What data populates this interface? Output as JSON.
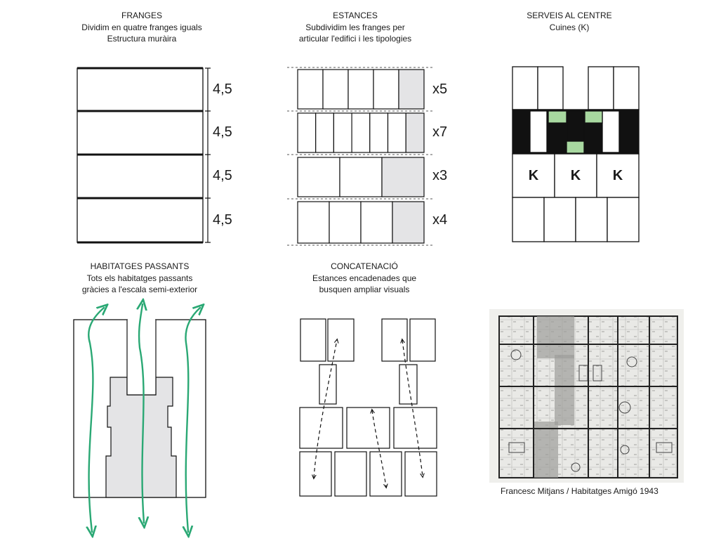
{
  "panels": {
    "franges": {
      "title": "FRANGES",
      "line1": "Dividim en quatre franges iguals",
      "line2": "Estructura muràira",
      "dims": [
        "4,5",
        "4,5",
        "4,5",
        "4,5"
      ]
    },
    "estances": {
      "title": "ESTANCES",
      "line1": "Subdividim les franges per",
      "line2": "articular l'edifici i les tipologies",
      "counts": [
        "x5",
        "x7",
        "x3",
        "x4"
      ]
    },
    "serveis": {
      "title": "SERVEIS AL CENTRE",
      "line1": "Cuines (K)",
      "kitchen_label": "K"
    },
    "habitatges": {
      "title": "HABITATGES PASSANTS",
      "line1": "Tots els habitatges passants",
      "line2": "gràcies a l'escala semi-exterior"
    },
    "concatenacio": {
      "title": "CONCATENACIÓ",
      "line1": "Estances encadenades que",
      "line2": "busquen ampliar visuals"
    },
    "reference": {
      "credit": "Francesc Mitjans / Habitatges Amigó 1943"
    }
  },
  "colors": {
    "green": "#2aa874",
    "light_green": "#a8d8a0",
    "grey_fill": "#e4e4e6",
    "black": "#111111"
  }
}
